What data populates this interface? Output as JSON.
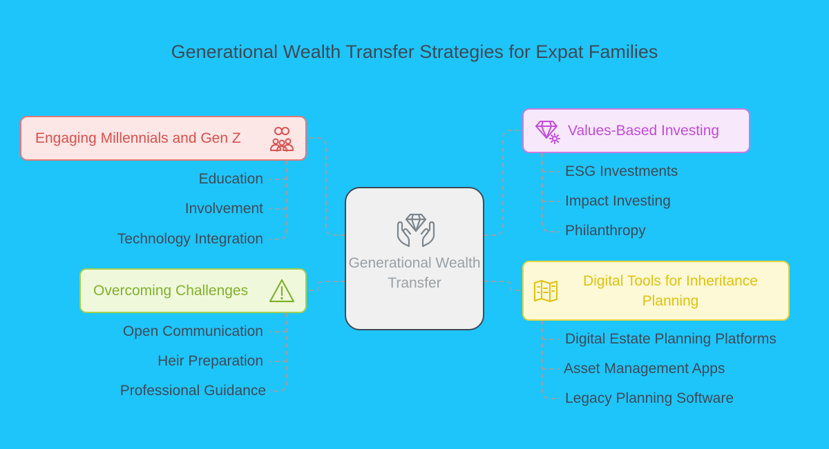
{
  "title": "Generational Wealth Transfer Strategies for Expat Families",
  "colors": {
    "background": "#1ec5fb",
    "red": "#d9504d",
    "purple": "#c24bd9",
    "green": "#7fb22a",
    "yellow": "#e0c20f",
    "center_text": "#9aa0a6",
    "connector": "#9aa0a6"
  },
  "center": {
    "label": "Generational Wealth Transfer",
    "icon": "diamond-in-hands-icon"
  },
  "branches": {
    "millennials": {
      "label": "Engaging Millennials and Gen Z",
      "icon": "people-link-icon",
      "items": [
        "Education",
        "Involvement",
        "Technology Integration"
      ]
    },
    "values": {
      "label": "Values-Based Investing",
      "icon": "diamond-gear-icon",
      "items": [
        "ESG Investments",
        "Impact Investing",
        "Philanthropy"
      ]
    },
    "challenges": {
      "label": "Overcoming Challenges",
      "icon": "warning-icon",
      "items": [
        "Open Communication",
        "Heir Preparation",
        "Professional Guidance"
      ]
    },
    "digital": {
      "label": "Digital Tools for Inheritance Planning",
      "icon": "map-icon",
      "items": [
        "Digital Estate Planning Platforms",
        "Asset Management Apps",
        "Legacy Planning Software"
      ]
    }
  }
}
